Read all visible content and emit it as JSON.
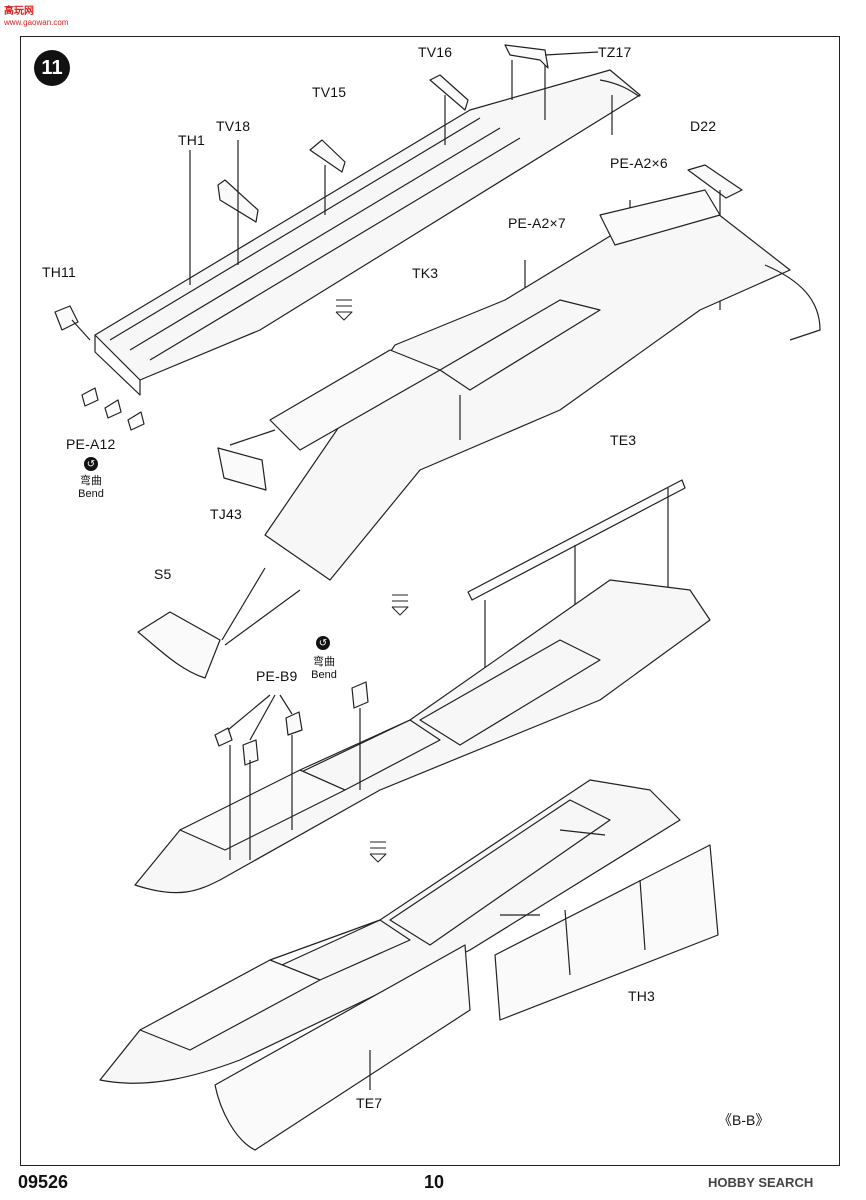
{
  "watermark": {
    "site": "高玩网",
    "url": "www.gaowan.com"
  },
  "step_number": "11",
  "parts": {
    "tv16": "TV16",
    "tz17": "TZ17",
    "tv15": "TV15",
    "th1": "TH1",
    "tv18": "TV18",
    "d22": "D22",
    "pe_a2x6": "PE-A2×6",
    "pe_a2x7": "PE-A2×7",
    "th11": "TH11",
    "tk3": "TK3",
    "pe_a12": "PE-A12",
    "tj43": "TJ43",
    "te3": "TE3",
    "s5": "S5",
    "pe_b9": "PE-B9",
    "th3": "TH3",
    "te7": "TE7"
  },
  "bend": {
    "cn": "弯曲",
    "en": "Bend",
    "icon": "bend-icon"
  },
  "view_note": "《B-B》",
  "footer": {
    "code": "09526",
    "page": "10",
    "brand": "HOBBY SEARCH"
  }
}
